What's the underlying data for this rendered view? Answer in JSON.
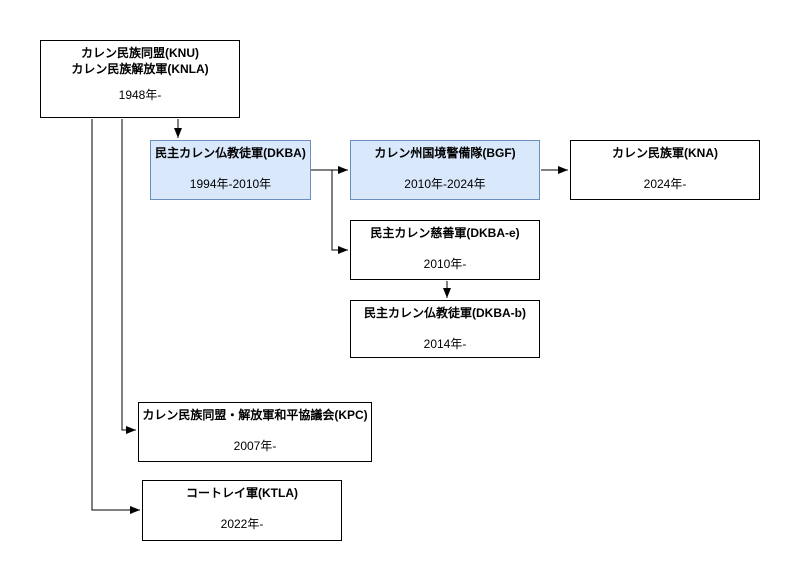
{
  "diagram": {
    "background": "#ffffff",
    "colors": {
      "highlight_fill": "#dae8fc",
      "highlight_border": "#6c8ebf",
      "default_fill": "#ffffff",
      "default_border": "#000000",
      "edge": "#000000"
    },
    "nodes": {
      "knu": {
        "name_line1": "カレン民族同盟(KNU)",
        "name_line2": "カレン民族解放軍(KNLA)",
        "period": "1948年-"
      },
      "dkba": {
        "name": "民主カレン仏教徒軍(DKBA)",
        "period": "1994年-2010年"
      },
      "bgf": {
        "name": "カレン州国境警備隊(BGF)",
        "period": "2010年-2024年"
      },
      "kna": {
        "name": "カレン民族軍(KNA)",
        "period": "2024年-"
      },
      "dkba_e": {
        "name": "民主カレン慈善軍(DKBA-e)",
        "period": "2010年-"
      },
      "dkba_b": {
        "name": "民主カレン仏教徒軍(DKBA-b)",
        "period": "2014年-"
      },
      "kpc": {
        "name": "カレン民族同盟・解放軍和平協議会(KPC)",
        "period": "2007年-"
      },
      "ktla": {
        "name": "コートレイ軍(KTLA)",
        "period": "2022年-"
      }
    }
  }
}
